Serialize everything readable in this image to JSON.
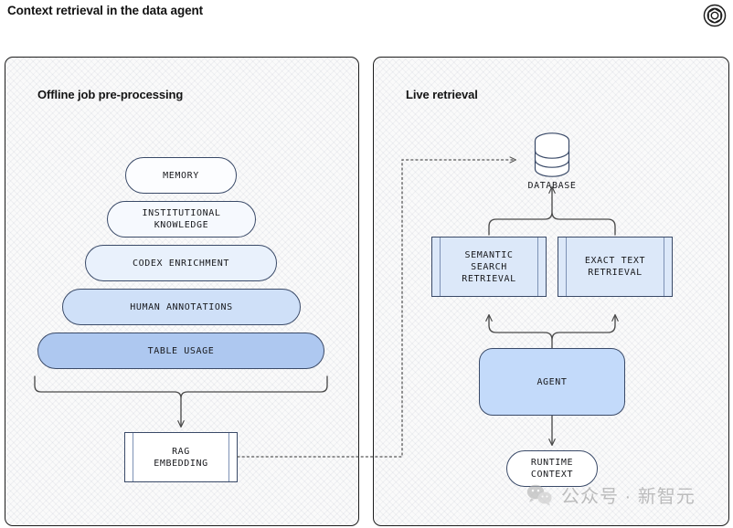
{
  "header": {
    "title": "Context retrieval in the data agent",
    "logo_icon": "openai-logo-icon"
  },
  "panels": {
    "offline": {
      "title": "Offline job pre-processing",
      "pyramid": [
        {
          "label": "MEMORY",
          "fill": "#fcfdff"
        },
        {
          "label": "INSTITUTIONAL\nKNOWLEDGE",
          "fill": "#f6f9fe"
        },
        {
          "label": "CODEX ENRICHMENT",
          "fill": "#e9f1fc"
        },
        {
          "label": "HUMAN ANNOTATIONS",
          "fill": "#cfe0f8"
        },
        {
          "label": "TABLE USAGE",
          "fill": "#aec8f0"
        }
      ],
      "rag": {
        "label": "RAG\nEMBEDDING",
        "fill": "#ffffff"
      }
    },
    "live": {
      "title": "Live retrieval",
      "database": {
        "label": "DATABASE",
        "icon": "database-cylinder-icon"
      },
      "retrievers": [
        {
          "label": "SEMANTIC\nSEARCH\nRETRIEVAL",
          "fill": "#dce8f9"
        },
        {
          "label": "EXACT TEXT\nRETRIEVAL",
          "fill": "#dce8f9"
        }
      ],
      "agent": {
        "label": "AGENT",
        "fill": "#c3dafa"
      },
      "runtime": {
        "label": "RUNTIME\nCONTEXT",
        "fill": "#ffffff"
      }
    }
  },
  "watermark": {
    "text": "公众号 · 新智元",
    "icon": "wechat-icon"
  },
  "colors": {
    "stroke": "#3a4a68",
    "panel_border": "#1d1d1d",
    "panel_bg": "#fafafa",
    "connector": "#4a4a4a",
    "accent_deep": "#aec8f0"
  }
}
